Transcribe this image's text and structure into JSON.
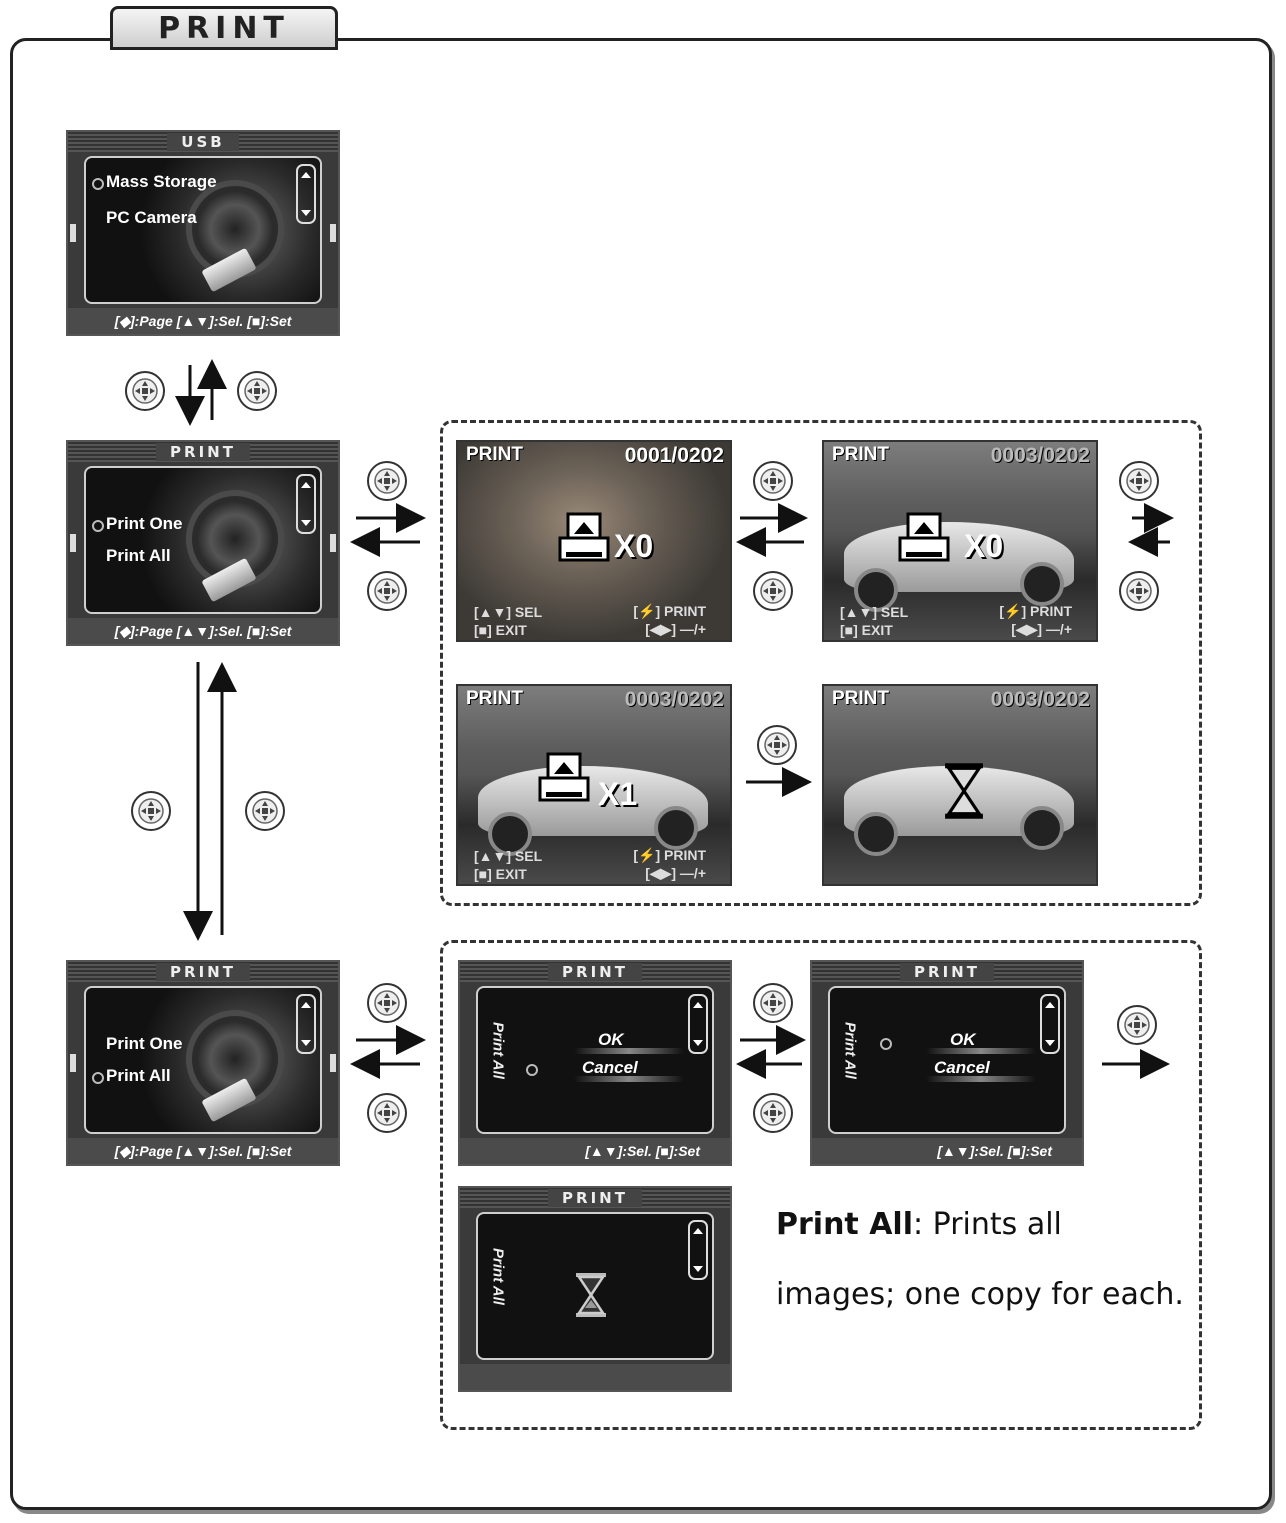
{
  "tab_title": "PRINT",
  "screens": {
    "usb": {
      "header": "USB",
      "options": [
        "Mass Storage",
        "PC Camera"
      ],
      "footer": "[◆]:Page [▲▼]:Sel. [■]:Set"
    },
    "print_one": {
      "header": "PRINT",
      "options": [
        "Print One",
        "Print All"
      ],
      "footer": "[◆]:Page [▲▼]:Sel. [■]:Set"
    },
    "print_all": {
      "header": "PRINT",
      "options": [
        "Print One",
        "Print All"
      ],
      "footer": "[◆]:Page [▲▼]:Sel. [■]:Set"
    },
    "confirm_1": {
      "header": "PRINT",
      "side_label": "Print All",
      "ok": "OK",
      "cancel": "Cancel",
      "footer": "[▲▼]:Sel. [■]:Set"
    },
    "confirm_2": {
      "header": "PRINT",
      "side_label": "Print All",
      "ok": "OK",
      "cancel": "Cancel",
      "footer": "[▲▼]:Sel. [■]:Set"
    },
    "printing_all": {
      "header": "PRINT",
      "side_label": "Print All"
    }
  },
  "photos": [
    {
      "title": "PRINT",
      "counter": "0001/0202",
      "qty": "X0",
      "bl1": "[▲▼] SEL",
      "bl2": "[■] EXIT",
      "br1": "[⚡] PRINT",
      "br2": "[◀▶] —/+"
    },
    {
      "title": "PRINT",
      "counter": "0003/0202",
      "qty": "X0",
      "bl1": "[▲▼] SEL",
      "bl2": "[■] EXIT",
      "br1": "[⚡] PRINT",
      "br2": "[◀▶] —/+"
    },
    {
      "title": "PRINT",
      "counter": "0003/0202",
      "qty": "X1",
      "bl1": "[▲▼] SEL",
      "bl2": "[■] EXIT",
      "br1": "[⚡] PRINT",
      "br2": "[◀▶] —/+"
    },
    {
      "title": "PRINT",
      "counter": "0003/0202"
    }
  ],
  "description": {
    "term": "Print All",
    "text": ": Prints all images; one copy for each."
  }
}
